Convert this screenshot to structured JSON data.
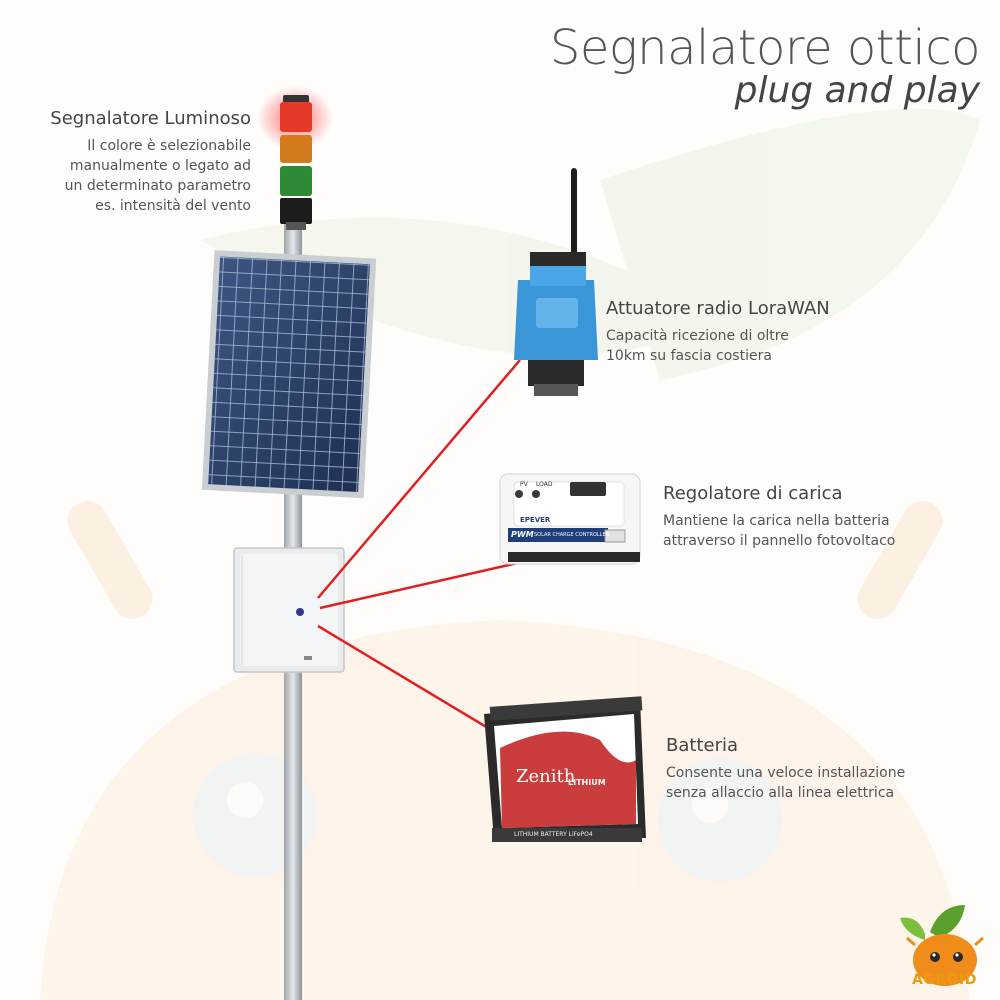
{
  "title": "Segnalatore ottico",
  "subtitle": "plug and play",
  "components": [
    {
      "name": "Segnalatore Luminoso",
      "lines": [
        "Il colore è selezionabile",
        "manualmente o legato ad",
        "un determinato parametro",
        "es. intensità del vento"
      ]
    },
    {
      "name": "Attuatore radio LoraWAN",
      "lines": [
        "Capacità ricezione di oltre",
        "10km su fascia costiera"
      ]
    },
    {
      "name": "Regolatore di carica",
      "lines": [
        "Mantiene la carica nella batteria",
        "attraverso il pannello fotovoltaco"
      ]
    },
    {
      "name": "Batteria",
      "lines": [
        "Consente una veloce installazione",
        "senza allaccio alla linea elettrica"
      ]
    }
  ],
  "controller_labels": {
    "pv": "PV",
    "load": "LOAD",
    "brand": "EPEVER",
    "model": "PWM",
    "subtitle": "SOLAR CHARGE CONTROLLER"
  },
  "battery_labels": {
    "brand": "Zenith",
    "type": "LITHIUM",
    "footer": "LITHIUM BATTERY LiFePO4"
  },
  "logo": {
    "text": "AGROID"
  },
  "colors": {
    "connector_line": "#e02020",
    "logo_orange": "#f08c1a",
    "leaf_green": "#5aa02c"
  }
}
